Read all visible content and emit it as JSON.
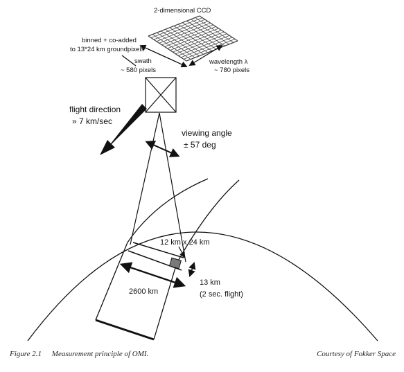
{
  "labels": {
    "ccd": "2-dimensional CCD",
    "binned_1": "binned + co-added",
    "binned_2": "to 13*24 km groundpixels",
    "swath": "swath",
    "swath_pixels": "~ 580 pixels",
    "wavelength": "wavelength λ",
    "wavelength_pixels": "~ 780 pixels",
    "flight_1": "flight direction",
    "flight_2": "» 7 km/sec",
    "viewing_1": "viewing angle",
    "viewing_2": "± 57 deg",
    "pixel_size": "12 km x 24 km",
    "swath_width": "2600 km",
    "along_1": "13 km",
    "along_2": "(2 sec. flight)"
  },
  "caption": {
    "figure_number": "Figure 2.1",
    "figure_title": "Measurement principle of OMI.",
    "credit": "Courtesy of Fokker Space"
  },
  "colors": {
    "line": "#111111",
    "ground_pixel": "#7a7a7a",
    "ccd_grid": "#444444"
  }
}
